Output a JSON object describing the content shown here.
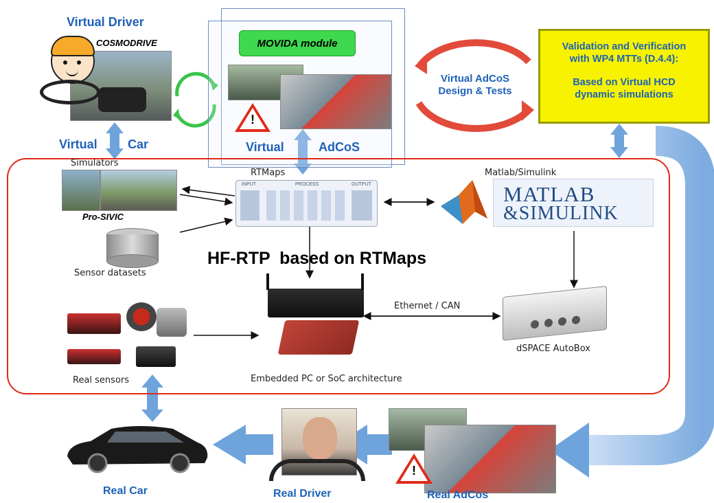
{
  "virtual_driver": {
    "title": "Virtual Driver",
    "sublabel": "COSMODRIVE"
  },
  "virtual_car": {
    "left": "Virtual",
    "right": "Car"
  },
  "movida": {
    "label": "MOVIDA module"
  },
  "virtual_adcos": {
    "left": "Virtual",
    "right": "AdCoS"
  },
  "virtual_design": {
    "line1": "Virtual AdCoS",
    "line2": "Design & Tests"
  },
  "validation": {
    "line1": "Validation and Verification",
    "line2": "with WP4 MTTs (D.4.4):",
    "line3": "Based on Virtual HCD",
    "line4": "dynamic simulations"
  },
  "hf_rtp": {
    "simulators": "Simulators",
    "pro_sivic": "Pro-SIVIC",
    "sensor_datasets": "Sensor datasets",
    "rtmaps": "RTMaps",
    "rtmaps_tabs": [
      "INPUT",
      "PROCESS",
      "OUTPUT"
    ],
    "matlab_simulink": "Matlab/Simulink",
    "matlab_logo_line1": "MATLAB",
    "matlab_logo_line2": "&SIMULINK",
    "title": "HF-RTP  based on RTMaps",
    "ethernet_can": "Ethernet / CAN",
    "dspace": "dSPACE AutoBox",
    "real_sensors": "Real sensors",
    "embedded": "Embedded PC or SoC architecture"
  },
  "bottom": {
    "real_car": "Real Car",
    "real_driver": "Real Driver",
    "real_adcos": "Real AdCos"
  },
  "colors": {
    "title_blue": "#1e62b8",
    "frame_red": "#e02a1a",
    "arrow_blue": "#6fa3dc",
    "movida_green": "#3fd84e",
    "validation_yellow": "#f6f200"
  }
}
